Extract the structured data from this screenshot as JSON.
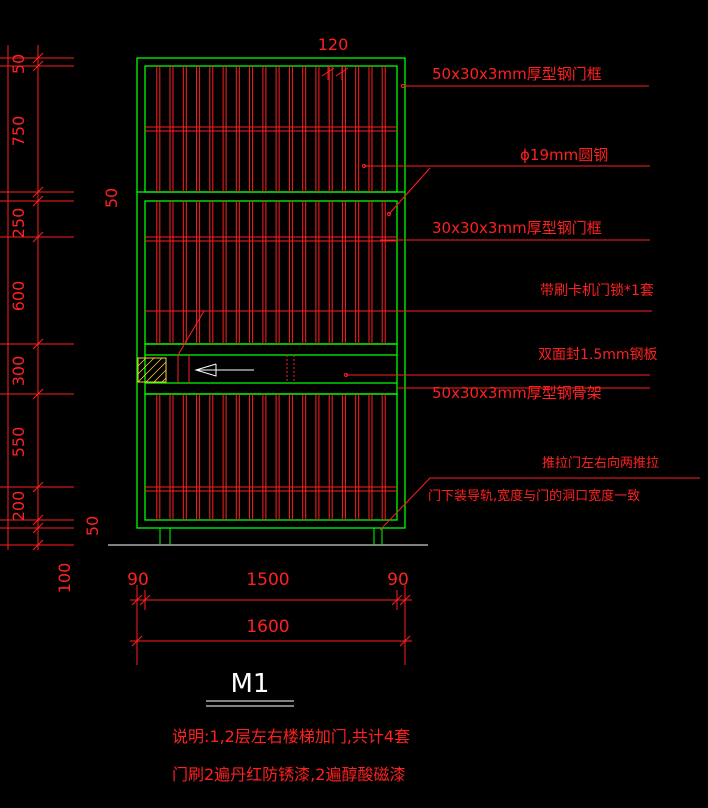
{
  "colors": {
    "background": "#000000",
    "frame": "#00ff00",
    "bars": "#ff2020",
    "dimension": "#ff2020",
    "text": "#ff2020",
    "title": "#ffffff",
    "lock": "#ffcc33"
  },
  "dimensions": {
    "top_width": "120",
    "left_column": [
      "50",
      "750",
      "250",
      "600",
      "300",
      "550",
      "200",
      "100"
    ],
    "left_inner_1": "50",
    "left_inner_2": "50",
    "bottom_left": "90",
    "bottom_middle": "1500",
    "bottom_right": "90",
    "bottom_total": "1600"
  },
  "callouts": {
    "outer_frame": "50x30x3mm厚型钢门框",
    "round_bar": "ϕ19mm圆钢",
    "inner_frame": "30x30x3mm厚型钢门框",
    "lock": "带刷卡机门锁*1套",
    "panel": "双面封1.5mm钢板",
    "skeleton": "50x30x3mm厚型钢骨架",
    "push": "推拉门左右向两推拉",
    "rail": "门下装导轨,宽度与门的洞口宽度一致"
  },
  "title": "M1",
  "notes": {
    "line1": "说明:1,2层左右楼梯加门,共计4套",
    "line2": "门刷2遍丹红防锈漆,2遍醇酸磁漆"
  }
}
